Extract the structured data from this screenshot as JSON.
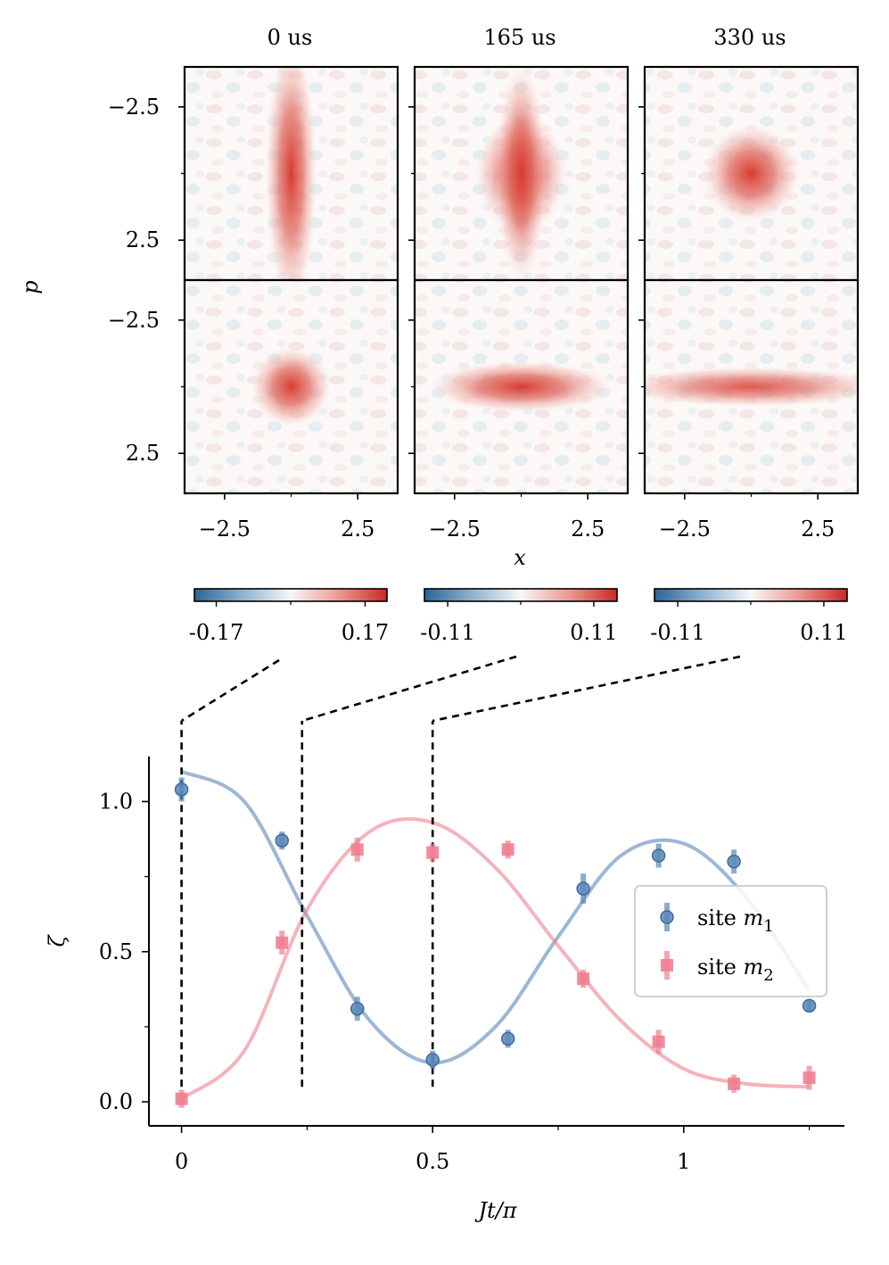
{
  "colors": {
    "neg": "#3b76a6",
    "pos": "#d83b30",
    "series_m1": "#5b87b8",
    "series_m2": "#ee8090"
  },
  "wigner": {
    "column_titles": [
      "0 us",
      "165 us",
      "330 us"
    ],
    "xlabel": "x",
    "ylabel": "p",
    "xticks": [
      "−2.5",
      "2.5"
    ],
    "yticks": [
      "2.5",
      "−2.5"
    ],
    "tick_values": [
      -2.5,
      2.5
    ],
    "axis_range": [
      -4,
      4
    ],
    "colorbars": [
      {
        "ticks": [
          "-0.17",
          "0.17"
        ],
        "vmax": 0.22
      },
      {
        "ticks": [
          "-0.11",
          "0.11"
        ],
        "vmax": 0.145
      },
      {
        "ticks": [
          "-0.11",
          "0.11"
        ],
        "vmax": 0.145
      }
    ],
    "panels": [
      {
        "row": 0,
        "col": 0,
        "sx": 0.45,
        "sp": 2.3,
        "peak": 1.0
      },
      {
        "row": 0,
        "col": 1,
        "sx": 0.8,
        "sp": 1.9,
        "peak": 1.0,
        "diamond": true
      },
      {
        "row": 0,
        "col": 2,
        "sx": 0.85,
        "sp": 0.85,
        "peak": 1.0
      },
      {
        "row": 1,
        "col": 0,
        "sx": 0.7,
        "sp": 0.7,
        "peak": 1.0
      },
      {
        "row": 1,
        "col": 1,
        "sx": 1.6,
        "sp": 0.45,
        "peak": 1.0
      },
      {
        "row": 1,
        "col": 2,
        "sx": 2.3,
        "sp": 0.35,
        "peak": 0.85
      }
    ]
  },
  "chart_data": {
    "type": "scatter",
    "xlabel": "Jt/π",
    "ylabel": "ζ",
    "xlim": [
      -0.065,
      1.32
    ],
    "ylim": [
      -0.08,
      1.15
    ],
    "xticks": [
      0,
      0.5,
      1
    ],
    "xtick_labels": [
      "0",
      "0.5",
      "1"
    ],
    "yticks": [
      0.0,
      0.5,
      1.0
    ],
    "ytick_labels": [
      "0.0",
      "0.5",
      "1.0"
    ],
    "legend_placement": "right",
    "marker_times": [
      0,
      0.24,
      0.5
    ],
    "series": [
      {
        "name": "site m₁",
        "marker": "circle",
        "x": [
          0,
          0.2,
          0.35,
          0.5,
          0.65,
          0.8,
          0.95,
          1.1,
          1.25
        ],
        "y": [
          1.04,
          0.87,
          0.31,
          0.14,
          0.21,
          0.71,
          0.82,
          0.8,
          0.32
        ],
        "err": [
          0.04,
          0.03,
          0.04,
          0.03,
          0.03,
          0.05,
          0.04,
          0.04,
          0.02
        ]
      },
      {
        "name": "site m₂",
        "marker": "square",
        "x": [
          0,
          0.2,
          0.35,
          0.5,
          0.65,
          0.8,
          0.95,
          1.1,
          1.25
        ],
        "y": [
          0.01,
          0.53,
          0.84,
          0.83,
          0.84,
          0.41,
          0.2,
          0.06,
          0.08
        ],
        "err": [
          0.03,
          0.04,
          0.04,
          0.03,
          0.03,
          0.03,
          0.04,
          0.03,
          0.04
        ]
      }
    ],
    "fits": [
      {
        "series": "site m₁",
        "x": [
          0,
          0.125,
          0.25,
          0.375,
          0.5,
          0.625,
          0.75,
          0.875,
          1.0,
          1.125,
          1.25
        ],
        "y": [
          1.1,
          1.0,
          0.62,
          0.27,
          0.13,
          0.25,
          0.55,
          0.82,
          0.86,
          0.68,
          0.37
        ]
      },
      {
        "series": "site m₂",
        "x": [
          0,
          0.125,
          0.25,
          0.375,
          0.5,
          0.625,
          0.75,
          0.875,
          1.0,
          1.125,
          1.25
        ],
        "y": [
          0.01,
          0.17,
          0.64,
          0.9,
          0.93,
          0.78,
          0.52,
          0.27,
          0.11,
          0.06,
          0.05
        ]
      }
    ]
  },
  "legend": {
    "entries": [
      {
        "prefix": "site ",
        "var": "m",
        "sub": "1"
      },
      {
        "prefix": "site ",
        "var": "m",
        "sub": "2"
      }
    ]
  }
}
